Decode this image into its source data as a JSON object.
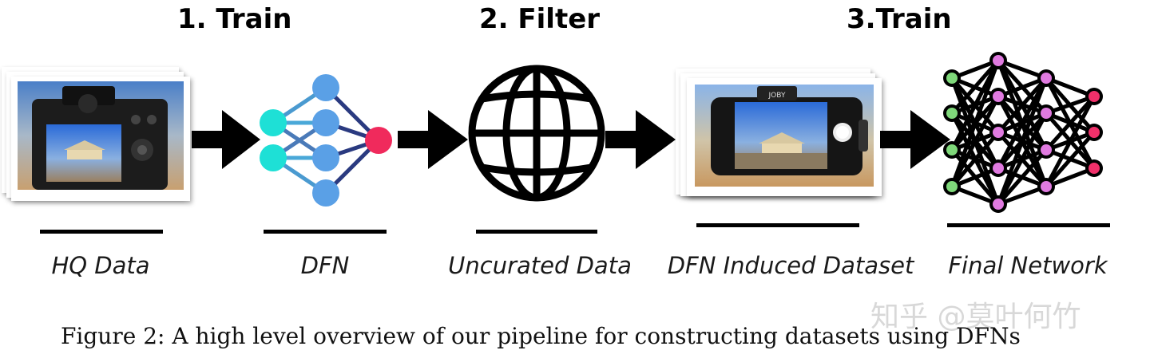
{
  "steps": [
    {
      "title": "1. Train"
    },
    {
      "title": "2. Filter"
    },
    {
      "title": "3.Train"
    }
  ],
  "stages": [
    {
      "label": "HQ Data",
      "icon": "camera-photo-stack"
    },
    {
      "label": "DFN",
      "icon": "small-neural-network-icon"
    },
    {
      "label": "Uncurated Data",
      "icon": "globe-icon"
    },
    {
      "label": "DFN Induced Dataset",
      "icon": "phone-photo-stack"
    },
    {
      "label": "Final Network",
      "icon": "neural-network-icon"
    }
  ],
  "caption": "Figure 2: A high level overview of our pipeline for constructing datasets using DFNs",
  "watermark": "知乎 @莫叶何竹",
  "phone_brand": "JOBY",
  "colors": {
    "dfn_input": "#1ee0d6",
    "dfn_hidden": "#5aa0e6",
    "dfn_output": "#f02a5c",
    "net_input": "#7fd87a",
    "net_hidden": "#e07ae0",
    "net_output": "#f0306a"
  }
}
